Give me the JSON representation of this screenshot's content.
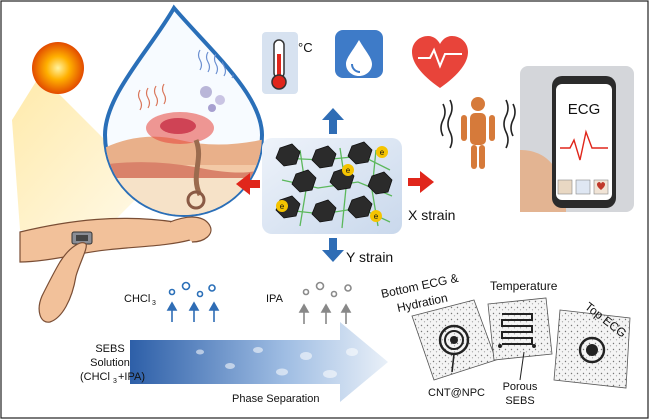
{
  "icons": {
    "thermometer_unit": "°C"
  },
  "center": {
    "x_strain": "X strain",
    "y_strain": "Y strain",
    "electron_label": "e"
  },
  "phone": {
    "screen_title": "ECG"
  },
  "solvents": {
    "chcl3": "CHCl",
    "chcl3_sub": "3",
    "ipa": "IPA"
  },
  "process": {
    "solution_line1": "SEBS",
    "solution_line2": "Solution",
    "solution_line3": "(CHCl",
    "solution_line3_sub": "3",
    "solution_line3_end": "+IPA)",
    "phase_separation": "Phase Separation"
  },
  "patches": {
    "bottom_line1": "Bottom ECG &",
    "bottom_line2": "Hydration",
    "temperature": "Temperature",
    "top": "Top ECG",
    "cnt_npc": "CNT@NPC",
    "porous_line1": "Porous",
    "porous_line2": "SEBS"
  },
  "colors": {
    "arrow_blue": "#2f6db5",
    "arrow_red": "#e0261b",
    "drop_blue": "#2a6fb8",
    "skin": "#f2c19a",
    "sweat_red": "#e8443a"
  }
}
